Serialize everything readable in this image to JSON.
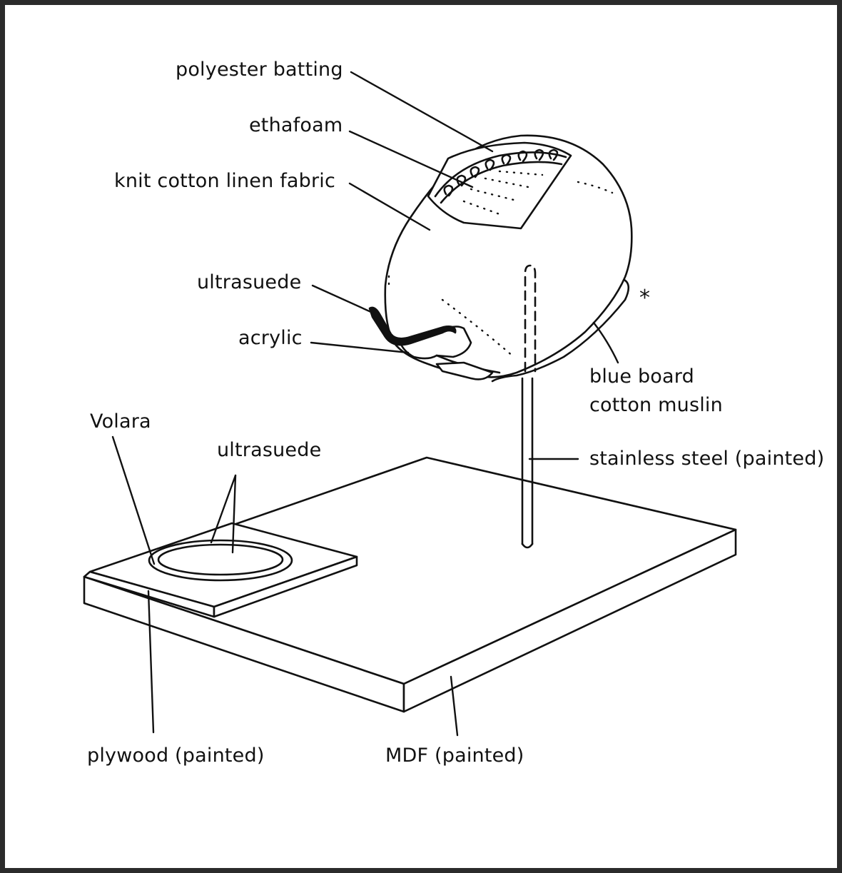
{
  "labels": {
    "polyester_batting": "polyester batting",
    "ethafoam": "ethafoam",
    "knit_fabric": "knit cotton linen fabric",
    "ultrasuede_upper": "ultrasuede",
    "acrylic": "acrylic",
    "blue_board_line1": "blue board",
    "blue_board_line2": "cotton muslin",
    "asterisk": "*",
    "volara": "Volara",
    "ultrasuede_lower": "ultrasuede",
    "stainless_steel": "stainless steel (painted)",
    "plywood": "plywood (painted)",
    "mdf": "MDF (painted)"
  },
  "colors": {
    "ink": "#111111",
    "frame": "#2b2b2b",
    "background": "#ffffff"
  }
}
